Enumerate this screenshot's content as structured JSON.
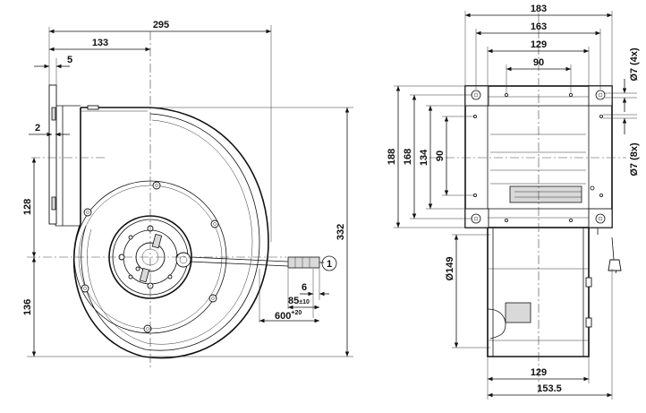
{
  "front_view": {
    "dim_width_total": "295",
    "dim_axis_offset": "133",
    "dim_flange_5": "5",
    "dim_flange_2": "2",
    "dim_height_upper": "128",
    "dim_height_lower": "136",
    "dim_height_total": "332",
    "cable": {
      "dim_strip": "6",
      "dim_85": "85",
      "tol_85": "±10",
      "dim_600": "600",
      "tol_600": "+20",
      "callout": "1"
    }
  },
  "side_view": {
    "dim_183": "183",
    "dim_163": "163",
    "dim_129_top": "129",
    "dim_90_top": "90",
    "dim_188": "188",
    "dim_168": "168",
    "dim_134": "134",
    "dim_90_left": "90",
    "hole_4x": "Ø7 (4x)",
    "hole_8x": "Ø7 (8x)",
    "dim_149": "Ø149",
    "dim_129_bottom": "129",
    "dim_153_5": "153.5"
  }
}
